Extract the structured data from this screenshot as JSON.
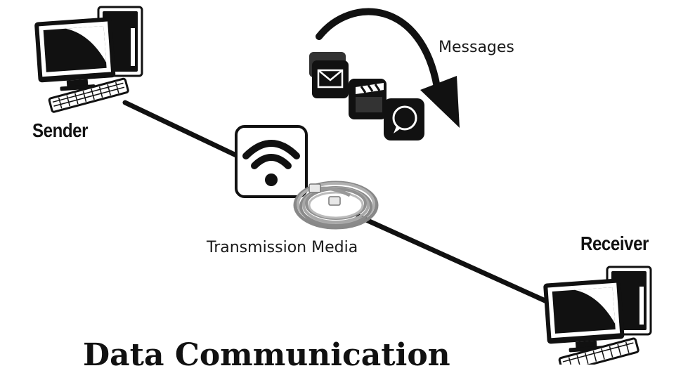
{
  "nodes": {
    "sender_label": "Sender",
    "receiver_label": "Receiver"
  },
  "media_label": "Transmission Media",
  "messages_label": "Messages",
  "title": "Data Communication",
  "icons": {
    "sender": "desktop-computer-icon",
    "receiver": "desktop-computer-icon",
    "wireless": "wifi-icon",
    "cable": "network-cable-icon",
    "message_types": [
      "mail-icon",
      "video-clapper-icon",
      "chat-bubble-icon"
    ],
    "flow": "curved-arrow-icon"
  },
  "colors": {
    "ink": "#111111",
    "cable_gray": "#9a9a9a",
    "background": "#ffffff"
  }
}
